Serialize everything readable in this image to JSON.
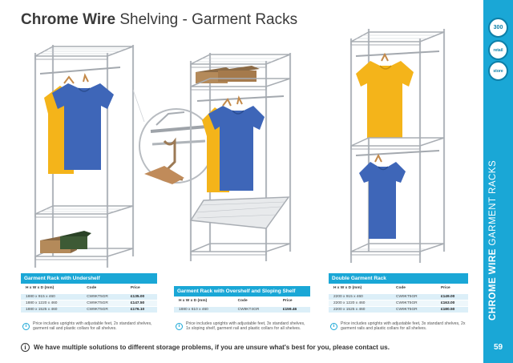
{
  "title": {
    "bold": "Chrome Wire",
    "rest": " Shelving - Garment Racks"
  },
  "side_band": {
    "badges": [
      "300",
      "retail",
      "store"
    ],
    "label_bold": "CHROME WIRE",
    "label_rest": " GARMENT RACKS",
    "page_number": "59"
  },
  "products": [
    {
      "title": "Garment Rack with Undershelf",
      "headers": [
        "H x W x D (mm)",
        "Code",
        "Price"
      ],
      "rows": [
        [
          "1880 x 915 x 460",
          "CW9KT5GR",
          "£135.00"
        ],
        [
          "1880 x 1220 x 460",
          "CW9KT5GR",
          "£147.50"
        ],
        [
          "1880 x 1525 x 460",
          "CW9KT5GR",
          "£176.10"
        ]
      ],
      "note": "Price includes uprights with adjustable feet, 2x standard shelves, garment rail and plastic collars for all shelves."
    },
    {
      "title": "Garment Rack with Overshelf and Sloping Shelf",
      "headers": [
        "H x W x D (mm)",
        "Code",
        "Price"
      ],
      "rows": [
        [
          "1880 x 610 x 460",
          "CW9KT4GR",
          "£159.46"
        ]
      ],
      "note": "Price includes uprights with adjustable feet, 3x standard shelves, 1x sloping shelf, garment rail and plastic collars for all shelves."
    },
    {
      "title": "Double Garment Rack",
      "headers": [
        "H x W x D (mm)",
        "Code",
        "Price"
      ],
      "rows": [
        [
          "2200 x 915 x 460",
          "CW9KT5GR",
          "£149.00"
        ],
        [
          "2200 x 1220 x 460",
          "CW9KT5GR",
          "£163.00"
        ],
        [
          "2200 x 1525 x 460",
          "CW9KT5GR",
          "£180.50"
        ]
      ],
      "note": "Price includes uprights with adjustable feet, 3x standard shelves, 2x garment rails and plastic collars for all shelves."
    }
  ],
  "footer": "We have multiple solutions to different storage problems, if you are unsure what's best for you, please contact us.",
  "colors": {
    "accent": "#1aa7d6",
    "shirt_blue": "#3e66b8",
    "shirt_yellow": "#f4b41a",
    "chrome": "#b9bec4"
  }
}
